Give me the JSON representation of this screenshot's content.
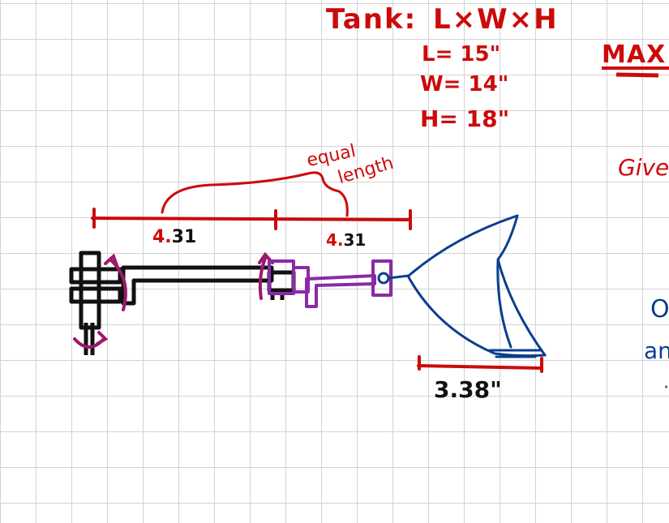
{
  "tank": {
    "title": "Tank:",
    "formula": "L×W×H",
    "length": "L= 15\"",
    "width": "W= 14\"",
    "height": "H= 18\""
  },
  "max_label": "MAX",
  "given_label": "Give",
  "equal_note": {
    "line1": "equal",
    "line2": "length"
  },
  "segments": {
    "first": {
      "prefix": "4.",
      "suffix": "31"
    },
    "second": {
      "prefix": "4.",
      "suffix": "31"
    }
  },
  "fin_length": "3.38\"",
  "cut_off_text": {
    "o": "O",
    "an": "an",
    "dot": "·"
  },
  "colors": {
    "red": "#cc0a0a",
    "black": "#111111",
    "purple": "#8a2aa8",
    "magenta": "#9c1a6a",
    "blue": "#0a3f8f"
  }
}
